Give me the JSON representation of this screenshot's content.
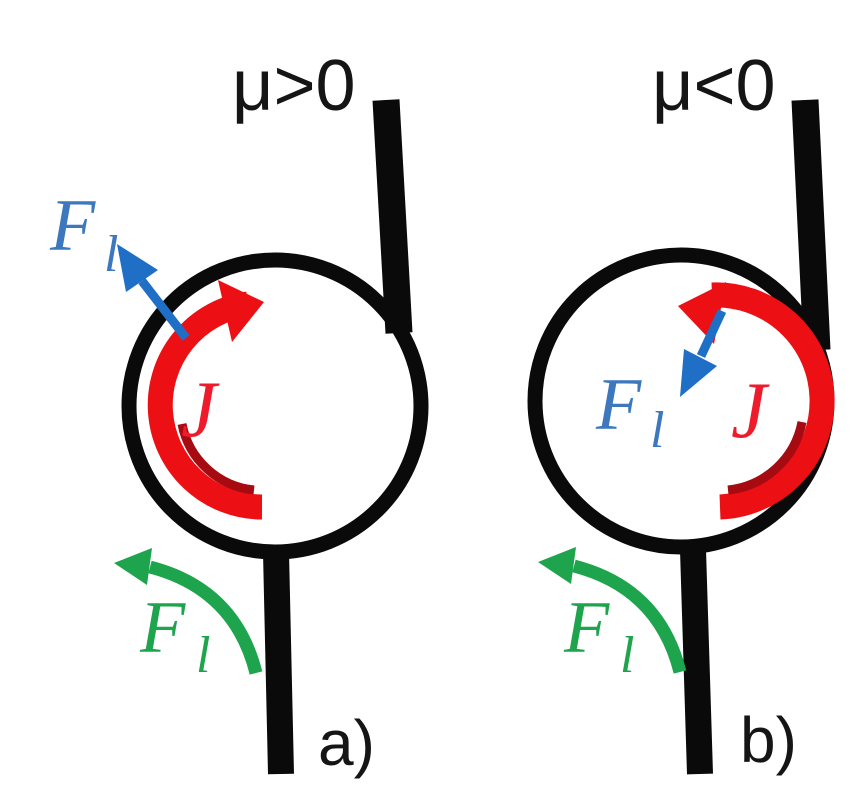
{
  "figure": {
    "type": "physics-diagram",
    "colors": {
      "ink": "#151515",
      "wire": "#0a0a0a",
      "current_red": "#ec0f14",
      "current_red_dark": "#a50b10",
      "current_label_red": "#ee1b2d",
      "force_blue": "#1e6fc5",
      "force_label_blue": "#3d77bd",
      "force_green": "#1ea44d",
      "background": "#ffffff"
    },
    "panels": [
      {
        "mu_label": "μ>0",
        "caption": "a)",
        "current_label": "J",
        "blue_force": {
          "base": "F",
          "sub": "l"
        },
        "green_force": {
          "base": "F",
          "sub": "l"
        }
      },
      {
        "mu_label": "μ<0",
        "caption": "b)",
        "current_label": "J",
        "blue_force": {
          "base": "F",
          "sub": "l"
        },
        "green_force": {
          "base": "F",
          "sub": "l"
        }
      }
    ]
  }
}
